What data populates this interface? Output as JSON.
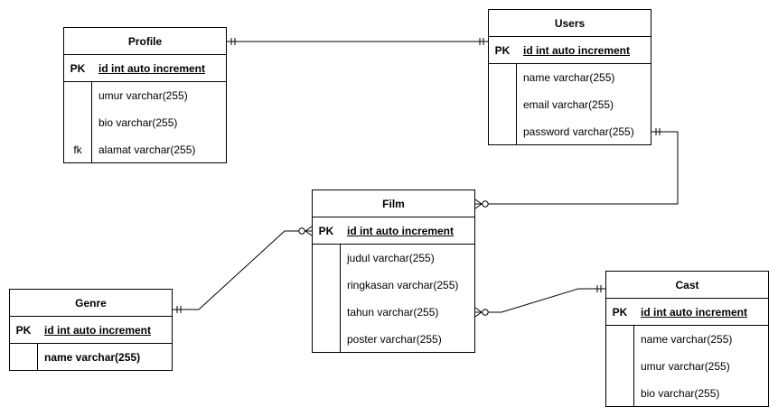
{
  "entities": {
    "profile": {
      "title": "Profile",
      "pk": {
        "key": "PK",
        "field": "id int auto increment"
      },
      "fields": [
        {
          "key": "",
          "field": "umur varchar(255)"
        },
        {
          "key": "",
          "field": "bio varchar(255)"
        },
        {
          "key": "fk",
          "field": "alamat varchar(255)"
        }
      ]
    },
    "users": {
      "title": "Users",
      "pk": {
        "key": "PK",
        "field": "id int auto increment"
      },
      "fields": [
        {
          "key": "",
          "field": "name varchar(255)"
        },
        {
          "key": "",
          "field": "email varchar(255)"
        },
        {
          "key": "",
          "field": "password varchar(255)"
        }
      ]
    },
    "film": {
      "title": "Film",
      "pk": {
        "key": "PK",
        "field": "id int auto increment"
      },
      "fields": [
        {
          "key": "",
          "field": "judul varchar(255)"
        },
        {
          "key": "",
          "field": "ringkasan varchar(255)"
        },
        {
          "key": "",
          "field": "tahun varchar(255)"
        },
        {
          "key": "",
          "field": "poster varchar(255)"
        }
      ]
    },
    "genre": {
      "title": "Genre",
      "pk": {
        "key": "PK",
        "field": "id int auto increment"
      },
      "fields": [
        {
          "key": "",
          "field": "name varchar(255)"
        }
      ]
    },
    "cast": {
      "title": "Cast",
      "pk": {
        "key": "PK",
        "field": "id int auto increment"
      },
      "fields": [
        {
          "key": "",
          "field": "name varchar(255)"
        },
        {
          "key": "",
          "field": "umur varchar(255)"
        },
        {
          "key": "",
          "field": "bio varchar(255)"
        }
      ]
    }
  },
  "relationships": [
    {
      "from": "profile",
      "to": "users",
      "from_cardinality": "one-and-only-one",
      "to_cardinality": "one-and-only-one"
    },
    {
      "from": "users",
      "to": "film",
      "from_cardinality": "one-and-only-one",
      "to_cardinality": "zero-or-many"
    },
    {
      "from": "genre",
      "to": "film",
      "from_cardinality": "one-and-only-one",
      "to_cardinality": "zero-or-many"
    },
    {
      "from": "cast",
      "to": "film",
      "from_cardinality": "one-and-only-one",
      "to_cardinality": "zero-or-many"
    }
  ],
  "colors": {
    "line": "#000000",
    "background": "#ffffff"
  }
}
